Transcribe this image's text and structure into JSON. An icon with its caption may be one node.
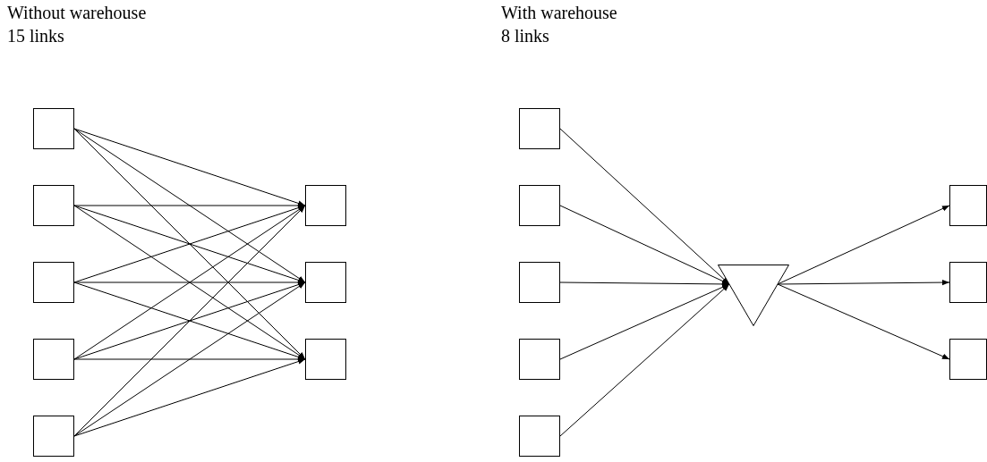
{
  "diagram": {
    "nodes": [
      {
        "text": [],
        "shape": "box"
      },
      {
        "text": [],
        "shape": "box"
      },
      {
        "text": [],
        "shape": "box"
      },
      {
        "text": [],
        "shape": "box"
      },
      {
        "text": [],
        "shape": "box"
      },
      {
        "text": [],
        "shape": "box"
      },
      {
        "text": [],
        "shape": "box"
      },
      {
        "text": [],
        "shape": "box"
      },
      {
        "text": [],
        "shape": "box"
      },
      {
        "text": [],
        "shape": "box"
      },
      {
        "text": [],
        "shape": "box"
      },
      {
        "text": [],
        "shape": "box"
      },
      {
        "text": [],
        "shape": "box"
      },
      {
        "text": [],
        "shape": "triangle"
      },
      {
        "text": [],
        "shape": "box"
      },
      {
        "text": [],
        "shape": "box"
      },
      {
        "text": [],
        "shape": "box"
      }
    ],
    "edges": [
      {
        "from": 0,
        "to": 5,
        "arrow": "to"
      },
      {
        "from": 0,
        "to": 6,
        "arrow": "to"
      },
      {
        "from": 0,
        "to": 7,
        "arrow": "to"
      },
      {
        "from": 1,
        "to": 5,
        "arrow": "to"
      },
      {
        "from": 1,
        "to": 6,
        "arrow": "to"
      },
      {
        "from": 1,
        "to": 7,
        "arrow": "to"
      },
      {
        "from": 2,
        "to": 5,
        "arrow": "to"
      },
      {
        "from": 2,
        "to": 6,
        "arrow": "to"
      },
      {
        "from": 2,
        "to": 7,
        "arrow": "to"
      },
      {
        "from": 3,
        "to": 5,
        "arrow": "to"
      },
      {
        "from": 3,
        "to": 6,
        "arrow": "to"
      },
      {
        "from": 3,
        "to": 7,
        "arrow": "to"
      },
      {
        "from": 4,
        "to": 5,
        "arrow": "to"
      },
      {
        "from": 4,
        "to": 6,
        "arrow": "to"
      },
      {
        "from": 4,
        "to": 7,
        "arrow": "to"
      },
      {
        "from": 8,
        "to": 13,
        "arrow": "to"
      },
      {
        "from": 9,
        "to": 13,
        "arrow": "to"
      },
      {
        "from": 10,
        "to": 13,
        "arrow": "to"
      },
      {
        "from": 11,
        "to": 13,
        "arrow": "to"
      },
      {
        "from": 12,
        "to": 13,
        "arrow": "to"
      },
      {
        "from": 13,
        "to": 14,
        "arrow": "to"
      },
      {
        "from": 13,
        "to": 15,
        "arrow": "to"
      },
      {
        "from": 13,
        "to": 16,
        "arrow": "to"
      }
    ],
    "labels": [
      "Without warehouse",
      "15 links",
      "With warehouse",
      "8 links"
    ]
  }
}
